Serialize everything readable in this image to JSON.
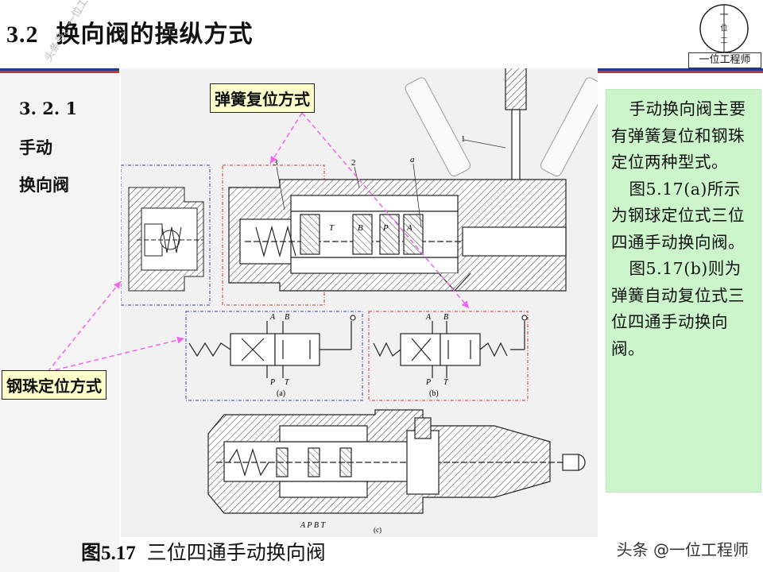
{
  "header": {
    "section_number": "3.2",
    "section_title": "换向阀的操纵方式"
  },
  "logo": {
    "chars": [
      "一",
      "位",
      "工"
    ],
    "label": "一位工程师"
  },
  "sidebar": {
    "lines": [
      "3. 2. 1",
      "手动",
      "换向阀"
    ]
  },
  "callouts": {
    "spring": "弹簧复位方式",
    "ball": "钢珠定位方式"
  },
  "figure": {
    "labels": {
      "n1": "1",
      "n2": "2",
      "n3": "3",
      "a": "a",
      "T": "T",
      "B": "B",
      "P": "P",
      "A": "A",
      "sub_a": "(a)",
      "sub_b": "(b)",
      "sub_c": "(c)",
      "c_bottom": "A P      B T"
    }
  },
  "right_panel": {
    "paragraphs": [
      "手动换向阀主要有弹簧复位和钢珠定位两种型式。",
      "图5.17(a)所示为钢球定位式三位四通手动换向阀。",
      "图5.17(b)则为弹簧自动复位式三位四通手动换向阀。"
    ]
  },
  "caption": {
    "number": "图5.17",
    "text": "三位四通手动换向阀"
  },
  "watermark": {
    "source": "头条 @一位工程师",
    "diagonal": "头条号：一位工程师"
  },
  "colors": {
    "callout_bg": "#ffffcc",
    "arrow": "#ee66ee",
    "right_panel_bg": "#ccf5cc",
    "rule_blue": "#1f3c8a",
    "rule_red": "#c0392b"
  }
}
